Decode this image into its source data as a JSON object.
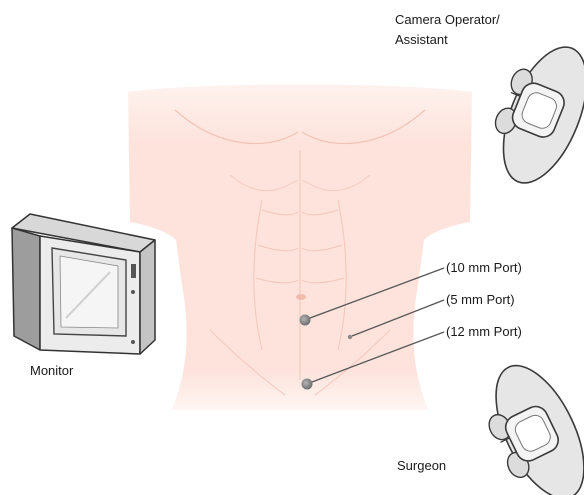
{
  "labels": {
    "camera_operator_line1": "Camera Operator/",
    "camera_operator_line2": "Assistant",
    "monitor": "Monitor",
    "surgeon": "Surgeon",
    "port_10mm": "(10 mm Port)",
    "port_5mm": "(5 mm Port)",
    "port_12mm": "(12 mm Port)"
  },
  "colors": {
    "skin": "#fde3dc",
    "skin_shade": "#f3c8bd",
    "port_dot": "#8a8a8a",
    "leader_line": "#555555",
    "figure_fill": "#eaeaea",
    "figure_stroke": "#3a3a3a"
  },
  "icons": {
    "monitor": "crt-monitor-icon",
    "camera_operator": "person-top-view-icon",
    "surgeon": "person-top-view-icon"
  }
}
